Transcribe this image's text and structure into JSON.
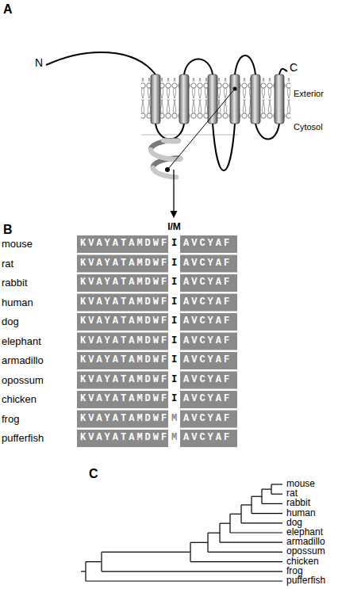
{
  "diagram": {
    "labels": [
      "A",
      "N",
      "C",
      "Exterior",
      "Cytosol",
      "I/M",
      "B",
      "mouse",
      "K V A Y A T A M D W F",
      "I",
      "A V C Y A F",
      "rat",
      "K V A Y A T A M D W F",
      "I",
      "A V C Y A F",
      "rabbit",
      "K V A Y A T A M D W F",
      "I",
      "A V C Y A F",
      "human",
      "K V A Y A T A M D W F",
      "I",
      "A V C Y A F",
      "dog",
      "K V A Y A T A M D W F",
      "I",
      "A V C Y A F",
      "elephant",
      "K V A Y A T A M D W F",
      "I",
      "A V C Y A F",
      "armadillo",
      "K V A Y A T A M D W F",
      "I",
      "A V C Y A F",
      "opossum",
      "K V A Y A T A M D W F",
      "I",
      "A V C Y A F",
      "chicken",
      "K V A Y A T A M D W F",
      "I",
      "A V C Y A F",
      "frog",
      "K V A Y A T A M D W F",
      "M",
      "A V C Y A F",
      "pufferfish",
      "K V A Y A T A M D W F",
      "M",
      "A V C Y A F",
      "C",
      "mouse",
      "rat",
      "rabbit",
      "human",
      "dog",
      "elephant",
      "armadillo",
      "opossum",
      "chicken",
      "frog",
      "pufferfish"
    ]
  }
}
